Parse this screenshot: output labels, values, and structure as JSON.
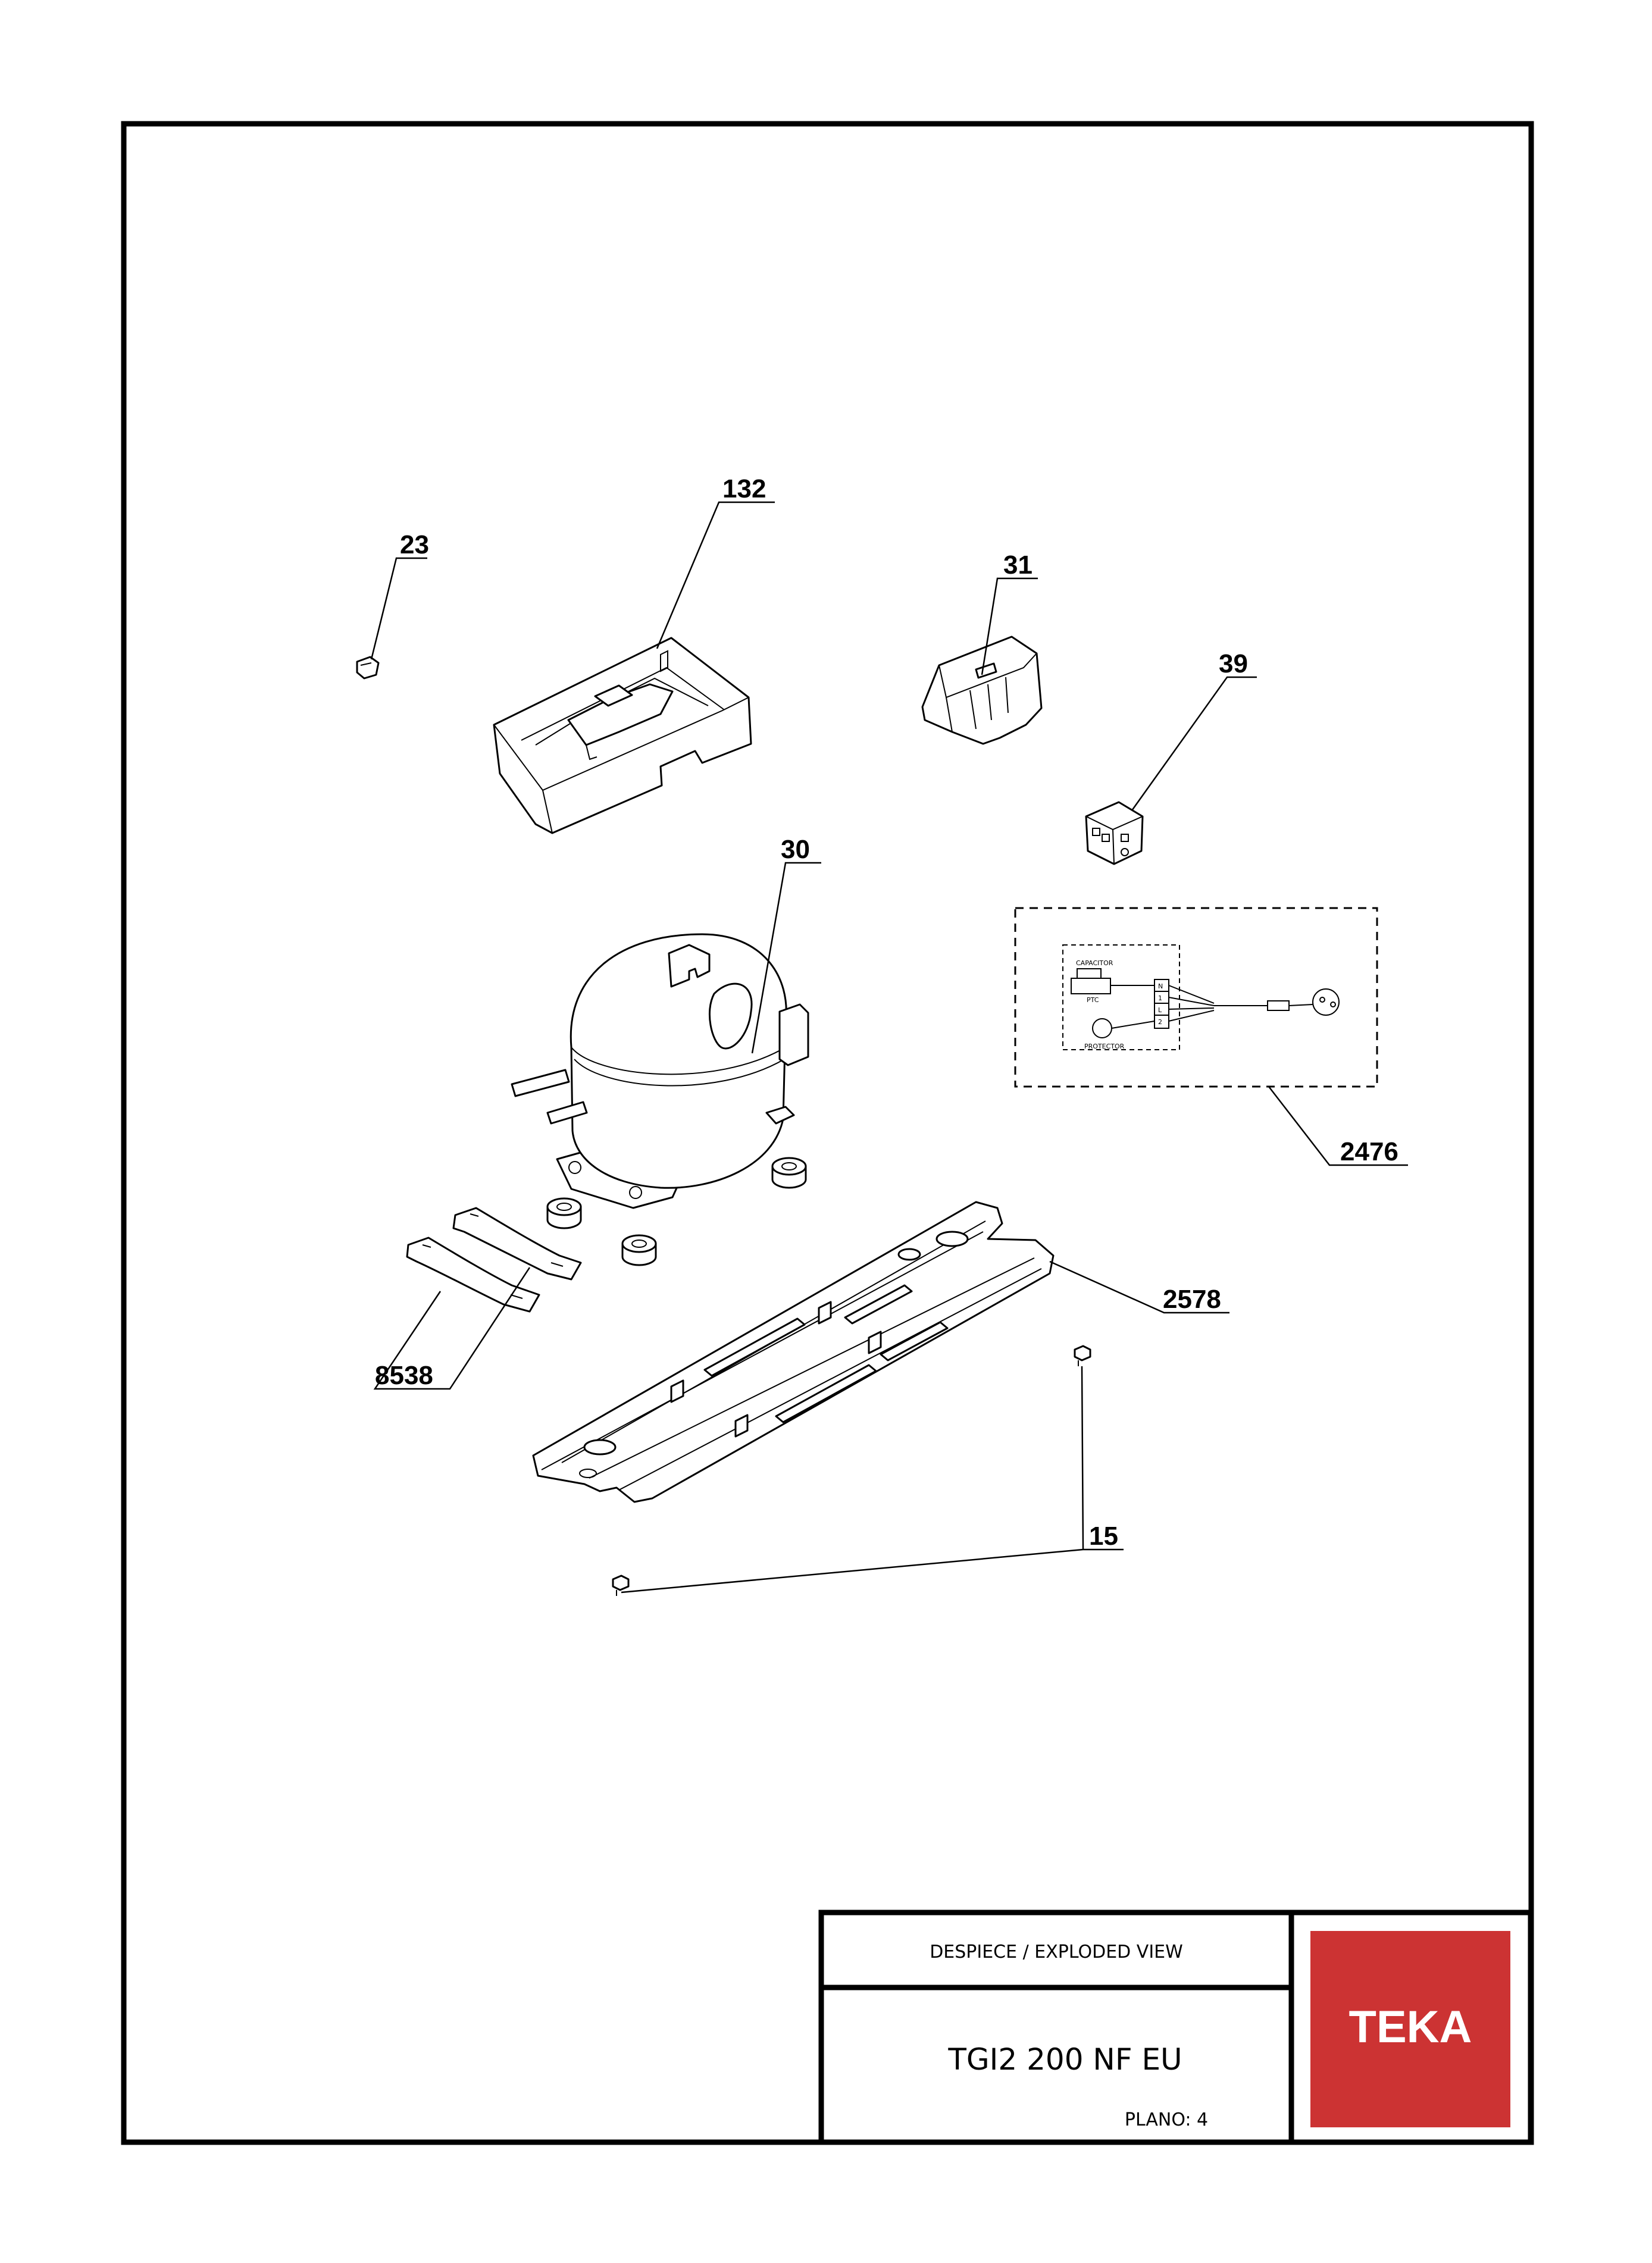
{
  "callouts": {
    "c132": "132",
    "c23": "23",
    "c31": "31",
    "c39": "39",
    "c30": "30",
    "c2476": "2476",
    "c2578": "2578",
    "c8538": "8538",
    "c15": "15"
  },
  "schematic": {
    "capacitor": "CAPACITOR",
    "ptc": "PTC",
    "protector": "PROTECTOR",
    "terminal_n": "N",
    "terminal_l": "L",
    "terminal_1": "1",
    "terminal_2": "2"
  },
  "title_block": {
    "view_title": "DESPIECE / EXPLODED VIEW",
    "model": "TGI2 200 NF EU",
    "plano": "PLANO: 4"
  },
  "brand": {
    "name": "TEKA",
    "color": "#CC3333"
  }
}
